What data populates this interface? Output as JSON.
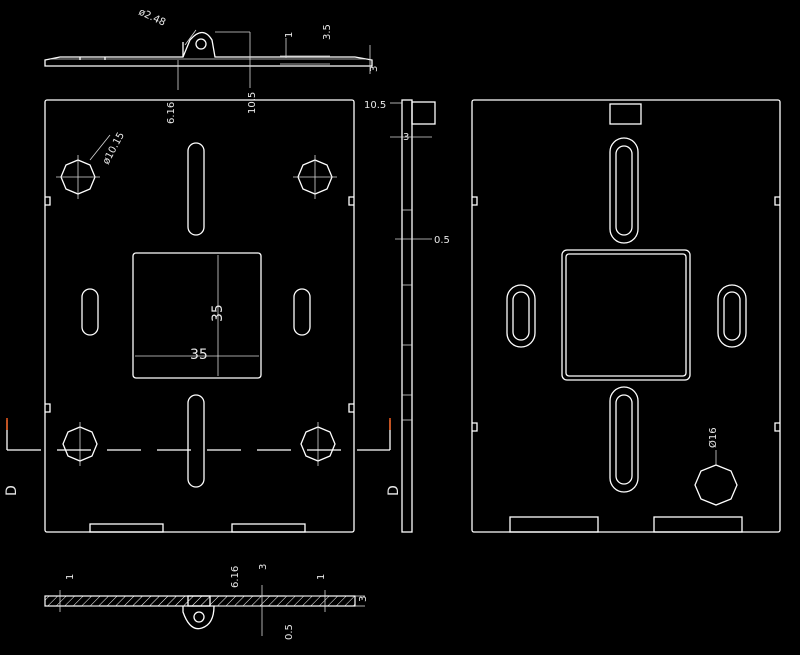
{
  "drawing": {
    "background": "#000000",
    "line_color": "#ffffff",
    "marker_color": "#e0561b",
    "top_view": {
      "dim_hole": "ø2.48",
      "dim_3_5": "3.5",
      "dim_1": "1",
      "dim_3": "3",
      "dim_6_16": "6.16",
      "dim_10_5": "10.5"
    },
    "front_view": {
      "dim_hole": "ø10.15",
      "dim_square_h": "35",
      "dim_square_w": "35",
      "section_left": "D",
      "section_right": "D"
    },
    "side_view": {
      "dim_10_5": "10.5",
      "dim_3": "3",
      "dim_0_5": "0.5"
    },
    "back_view": {
      "dim_hole": "Ø16"
    },
    "bottom_view": {
      "dim_1_left": "1",
      "dim_6_16": "6.16",
      "dim_3_mid": "3",
      "dim_1_right": "1",
      "dim_3_right": "3",
      "dim_0_5": "0.5"
    }
  }
}
